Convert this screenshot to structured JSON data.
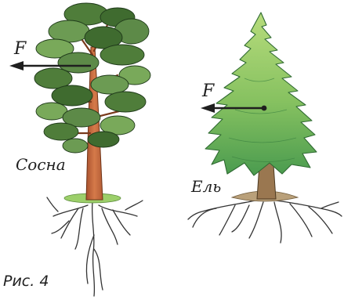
{
  "figure": {
    "caption": "Рис. 4",
    "trees": [
      {
        "name": "Сосна",
        "force_label": "F"
      },
      {
        "name": "Ель",
        "force_label": "F"
      }
    ]
  },
  "colors": {
    "pine_foliage_dark": "#3f6b2f",
    "pine_foliage_light": "#79a95a",
    "pine_trunk": "#c8693f",
    "spruce_foliage_dark": "#3d8a44",
    "spruce_foliage_light": "#b7dc7c",
    "spruce_trunk": "#9a7750",
    "ground": "#9ccf6a",
    "arrow": "#1f1f1f",
    "roots": "#333333"
  },
  "icons": [
    "pine-tree-illustration",
    "spruce-tree-illustration",
    "force-arrow-icon"
  ]
}
